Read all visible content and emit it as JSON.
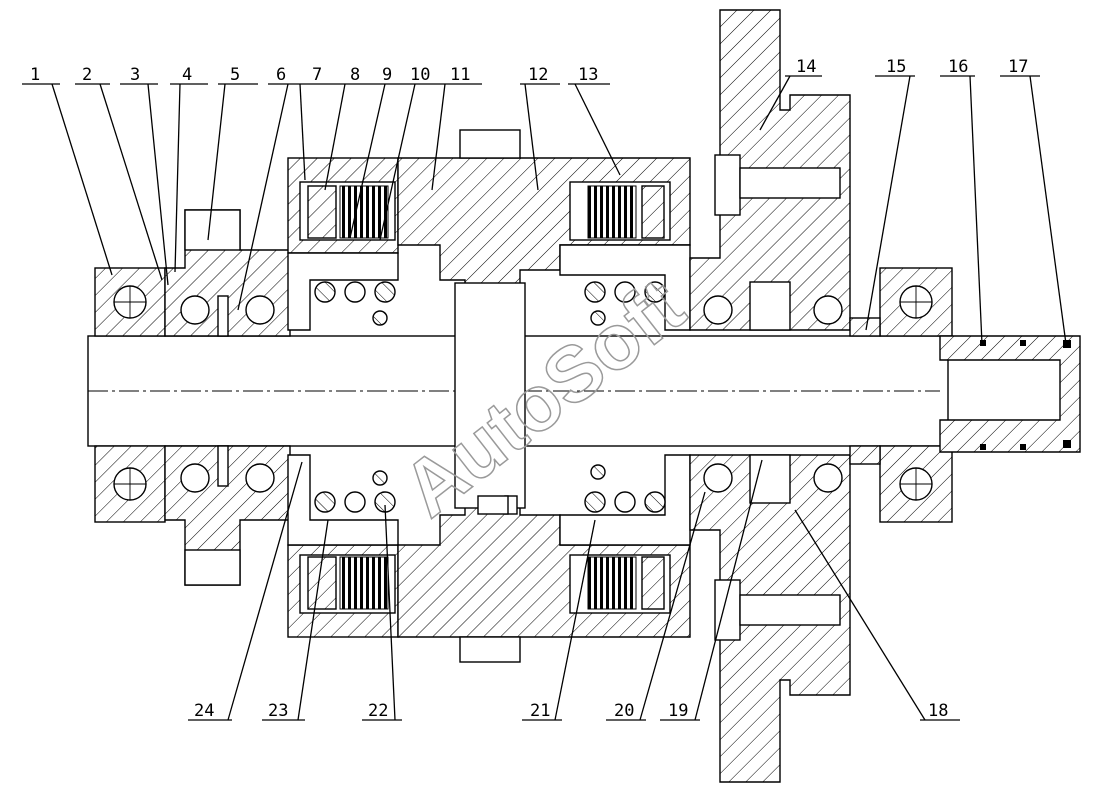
{
  "watermark": "AutoSoft",
  "part_numbers": {
    "p1": "1",
    "p2": "2",
    "p3": "3",
    "p4": "4",
    "p5": "5",
    "p6": "6",
    "p7": "7",
    "p8": "8",
    "p9": "9",
    "p10": "10",
    "p11": "11",
    "p12": "12",
    "p13": "13",
    "p14": "14",
    "p15": "15",
    "p16": "16",
    "p17": "17",
    "p18": "18",
    "p19": "19",
    "p20": "20",
    "p21": "21",
    "p22": "22",
    "p23": "23",
    "p24": "24"
  }
}
